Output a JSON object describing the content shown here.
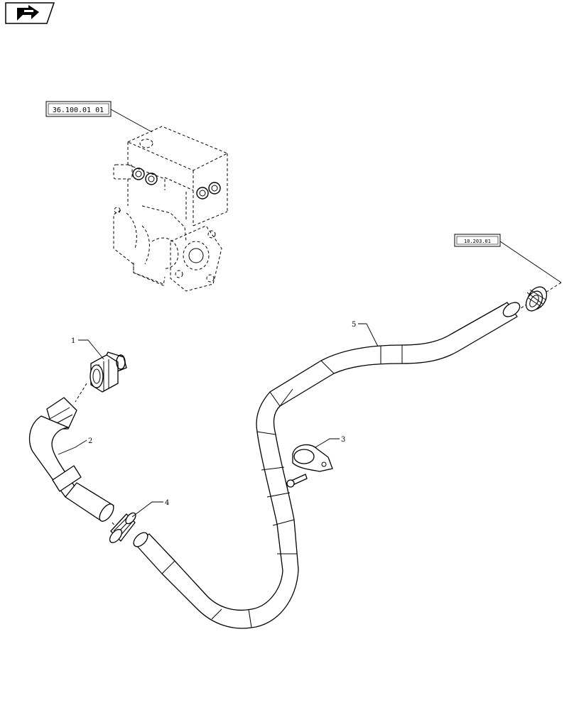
{
  "diagram": {
    "nav_icon": "arrow-right-icon",
    "references": {
      "compressor": "36.100.01 01",
      "pipe_end": "10.203.01"
    },
    "callouts": {
      "part1": "1",
      "part2": "2",
      "part3": "3",
      "part4": "4",
      "part5": "5"
    }
  }
}
